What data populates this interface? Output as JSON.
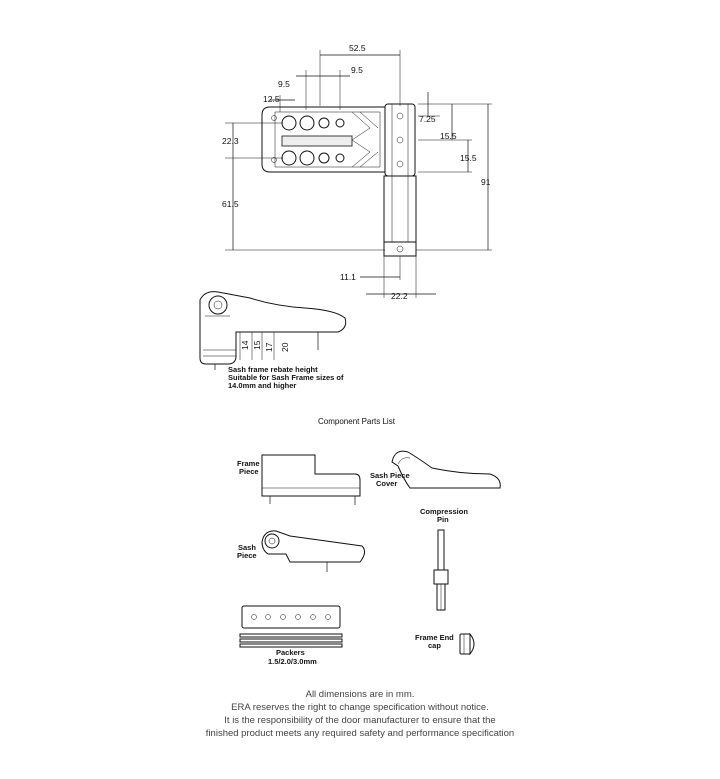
{
  "dimensions": {
    "d52_5": "52.5",
    "d9_5_left": "9.5",
    "d9_5_right": "9.5",
    "d12_5": "12.5",
    "d22_3": "22.3",
    "d7_25": "7.25",
    "d15_5_top": "15.5",
    "d15_5_bottom": "15.5",
    "d91": "91",
    "d61_5": "61.5",
    "d11_1": "11.1",
    "d22_2": "22.2",
    "r14": "14",
    "r15": "15",
    "r17": "17",
    "r20": "20"
  },
  "rebate_note": {
    "line1": "Sash frame rebate height",
    "line2": "Suitable for Sash Frame sizes of",
    "line3": "14.0mm and higher"
  },
  "parts_list": {
    "title": "Component Parts List",
    "frame_piece": [
      "Frame",
      "Piece"
    ],
    "sash_piece_cover": [
      "Sash Piece",
      "Cover"
    ],
    "compression_pin": [
      "Compression",
      "Pin"
    ],
    "sash_piece": [
      "Sash",
      "Piece"
    ],
    "packers": [
      "Packers",
      "1.5/2.0/3.0mm"
    ],
    "frame_end_cap": [
      "Frame End",
      "cap"
    ]
  },
  "footer": {
    "line1": "All dimensions are in mm.",
    "line2": "ERA reserves the right to change specification without notice.",
    "line3": "It is the responsibility of the door manufacturer to ensure that the",
    "line4": "finished product meets any required safety and performance specification"
  }
}
